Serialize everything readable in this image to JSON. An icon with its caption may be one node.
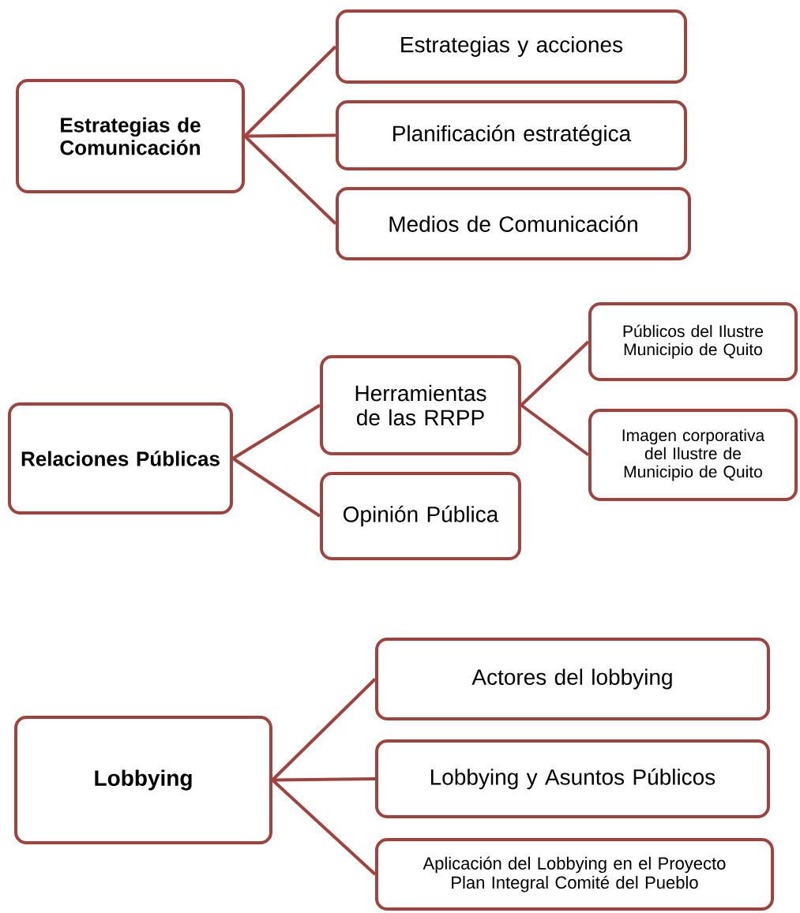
{
  "diagram": {
    "nodes": [
      {
        "text": [
          "Estrategias de Comunicación"
        ]
      },
      {
        "text": [
          "Estrategias y acciones"
        ]
      },
      {
        "text": [
          "Planificación estratégica"
        ]
      },
      {
        "text": [
          "Medios de Comunicación"
        ]
      },
      {
        "text": [
          "Relaciones Públicas"
        ]
      },
      {
        "text": [
          "Herramientas de las RRPP"
        ]
      },
      {
        "text": [
          "Opinión Pública"
        ]
      },
      {
        "text": [
          "Públicos del Ilustre Municipio de Quito"
        ]
      },
      {
        "text": [
          "Imagen corporativa del Ilustre de Municipio de Quito"
        ]
      },
      {
        "text": [
          "Lobbying"
        ]
      },
      {
        "text": [
          "Actores del lobbying"
        ]
      },
      {
        "text": [
          "Lobbying y Asuntos Públicos"
        ]
      },
      {
        "text": [
          "Aplicación del Lobbying en el Proyecto Plan Integral Comité del Pueblo"
        ]
      }
    ],
    "edges": [
      {
        "from": 0,
        "to": 1,
        "arrow": "none"
      },
      {
        "from": 0,
        "to": 2,
        "arrow": "none"
      },
      {
        "from": 0,
        "to": 3,
        "arrow": "none"
      },
      {
        "from": 4,
        "to": 5,
        "arrow": "none"
      },
      {
        "from": 4,
        "to": 6,
        "arrow": "none"
      },
      {
        "from": 5,
        "to": 7,
        "arrow": "none"
      },
      {
        "from": 5,
        "to": 8,
        "arrow": "none"
      },
      {
        "from": 9,
        "to": 10,
        "arrow": "none"
      },
      {
        "from": 9,
        "to": 11,
        "arrow": "none"
      },
      {
        "from": 9,
        "to": 12,
        "arrow": "none"
      }
    ]
  }
}
